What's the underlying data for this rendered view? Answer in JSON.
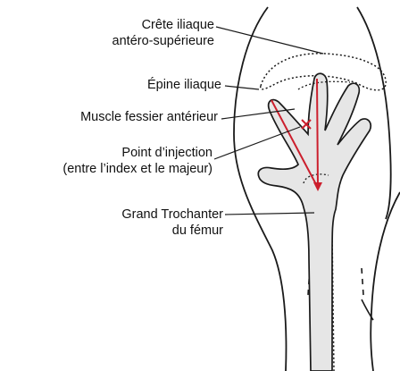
{
  "labels": {
    "crest_line1": "Crête iliaque",
    "crest_line2": "antéro-supérieure",
    "spine": "Épine iliaque",
    "muscle": "Muscle fessier antérieur",
    "injection_line1": "Point d’injection",
    "injection_line2": "(entre l’index et le majeur)",
    "trochanter_line1": "Grand Trochanter",
    "trochanter_line2": "du fémur"
  },
  "colors": {
    "outline": "#1a1a1a",
    "hand_fill": "#e6e6e6",
    "accent_red": "#cc1f2d"
  }
}
